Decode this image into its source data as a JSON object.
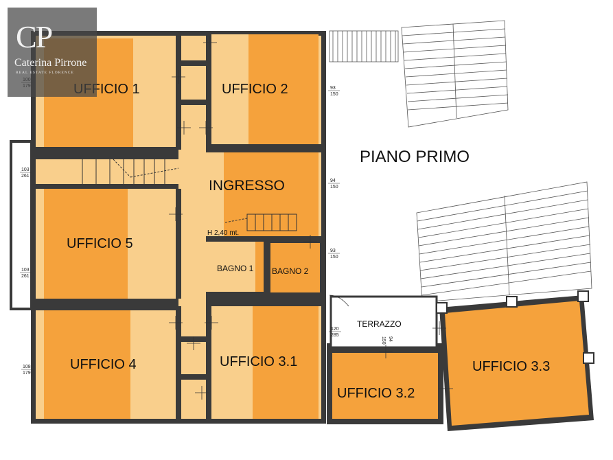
{
  "floor_title": "PIANO PRIMO",
  "logo": {
    "monogram": "CP",
    "name": "Caterina Pirrone",
    "subtitle": "REAL ESTATE FLORENCE"
  },
  "rooms": {
    "ufficio1": "UFFICIO 1",
    "ufficio2": "UFFICIO 2",
    "ingresso": "INGRESSO",
    "ufficio5": "UFFICIO 5",
    "bagno1": "BAGNO 1",
    "bagno2": "BAGNO 2",
    "ufficio4": "UFFICIO 4",
    "ufficio31": "UFFICIO 3.1",
    "ufficio32": "UFFICIO 3.2",
    "ufficio33": "UFFICIO 3.3",
    "terrazzo": "TERRAZZO"
  },
  "annotations": {
    "height": "H 2,40 mt."
  },
  "window_dims": {
    "u1": [
      "100",
      "179"
    ],
    "u2": [
      "93",
      "150"
    ],
    "stair": [
      "103",
      "261"
    ],
    "ingresso": [
      "94",
      "150"
    ],
    "bagno2": [
      "93",
      "150"
    ],
    "u5": [
      "103",
      "261"
    ],
    "u31": [
      "120",
      "285"
    ],
    "u4": [
      "108",
      "179"
    ],
    "terrazzo": [
      "94",
      "150"
    ]
  },
  "colors": {
    "dark_orange": "#f5a23c",
    "light_orange": "#f9cf8c",
    "wall": "#3a3a3a"
  }
}
